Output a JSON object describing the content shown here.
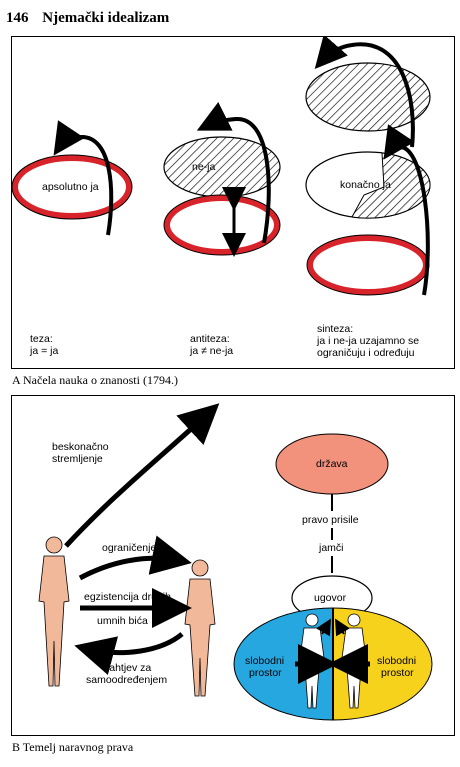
{
  "header": {
    "page_number": "146",
    "title": "Njemački idealizam"
  },
  "panel_a": {
    "caption": "A Načela nauka o znanosti (1794.)",
    "labels": {
      "apsolutno_ja": "apsolutno ja",
      "ne_ja": "ne-ja",
      "konacno_ja": "konačno ja"
    },
    "teza": {
      "title": "teza:",
      "formula": "ja = ja"
    },
    "antiteza": {
      "title": "antiteza:",
      "formula": "ja ≠ ne-ja"
    },
    "sinteza": {
      "title": "sinteza:",
      "line1": "ja i ne-ja uzajamno se",
      "line2": "ograničuju i određuju"
    },
    "colors": {
      "ring": "#d8232a",
      "hatch": "#000000"
    }
  },
  "panel_b": {
    "caption": "B Temelj naravnog prava",
    "labels": {
      "beskonacno1": "beskonačno",
      "beskonacno2": "stremljenje",
      "ogranicenje": "ograničenje",
      "egzistencija": "egzistencija drugih",
      "umnih": "umnih bića",
      "zahtjev1": "zahtjev za",
      "zahtjev2": "samoodređenjem",
      "drzava": "država",
      "pravo_prisile": "pravo prisile",
      "jamci": "jamči",
      "ugovor": "ugovor",
      "slobodni1": "slobodni",
      "prostor1": "prostor",
      "slobodni2": "slobodni",
      "prostor2": "prostor"
    },
    "colors": {
      "drzava": "#f2917c",
      "left_space": "#27a7df",
      "right_space": "#f6d21c",
      "figure": "#f2b89a"
    }
  }
}
